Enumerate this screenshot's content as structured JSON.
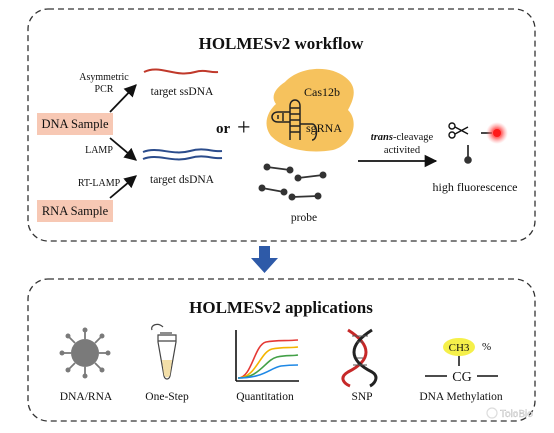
{
  "workflow": {
    "title": "HOLMESv2 workflow",
    "dna_sample": "DNA Sample",
    "rna_sample": "RNA Sample",
    "asymmetric_pcr_line1": "Asymmetric",
    "asymmetric_pcr_line2": "PCR",
    "lamp": "LAMP",
    "rt_lamp": "RT-LAMP",
    "target_ssdna": "target ssDNA",
    "target_dsdna": "target dsDNA",
    "or": "or",
    "plus": "+",
    "cas12b": "Cas12b",
    "sgrna": "sgRNA",
    "probe": "probe",
    "trans_italic": "trans",
    "cleavage_rest": "-cleavage",
    "activited": "activited",
    "high_fluorescence": "high fluorescence"
  },
  "applications": {
    "title": "HOLMESv2 applications",
    "items": [
      {
        "label": "DNA/RNA"
      },
      {
        "label": "One-Step"
      },
      {
        "label": "Quantitation"
      },
      {
        "label": "SNP"
      },
      {
        "label": "DNA Methylation"
      }
    ],
    "ch3": "CH3",
    "percent": "%",
    "cg": "CG"
  },
  "watermark": "TolоBio",
  "colors": {
    "sample_box": "#f7c8b4",
    "ssdna": "#c0392b",
    "dsdna": "#2b4c8c",
    "cas12b": "#f6c25d",
    "down_arrow": "#2e5aa8",
    "virus": "#7a7a7a",
    "ch3_highlight": "#f5f04a",
    "quant_curves": [
      "#e53935",
      "#f4b400",
      "#43a047",
      "#1e88e5"
    ],
    "snp_strand": "#c62828"
  }
}
